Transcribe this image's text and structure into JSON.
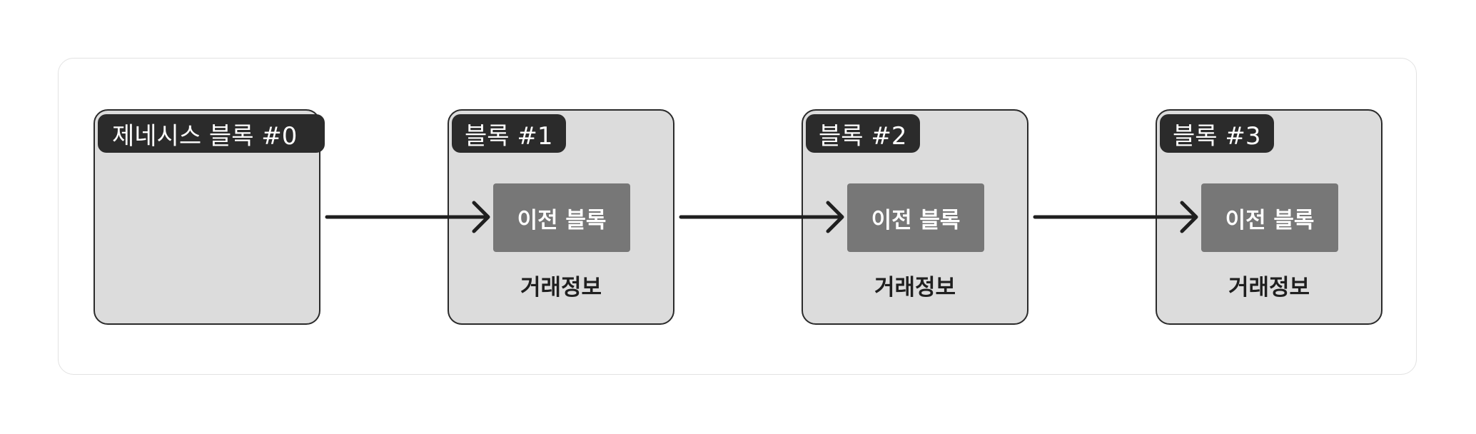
{
  "blocks": [
    {
      "label": "제네시스 블록 #0",
      "genesis": true
    },
    {
      "label": "블록 #1",
      "prev": "이전 블록",
      "tx": "거래정보"
    },
    {
      "label": "블록 #2",
      "prev": "이전 블록",
      "tx": "거래정보"
    },
    {
      "label": "블록 #3",
      "prev": "이전 블록",
      "tx": "거래정보"
    }
  ],
  "colors": {
    "block_fill": "#dcdcdc",
    "label_fill": "#2b2b2b",
    "prev_fill": "#777777",
    "arrow": "#1f1f1f"
  }
}
